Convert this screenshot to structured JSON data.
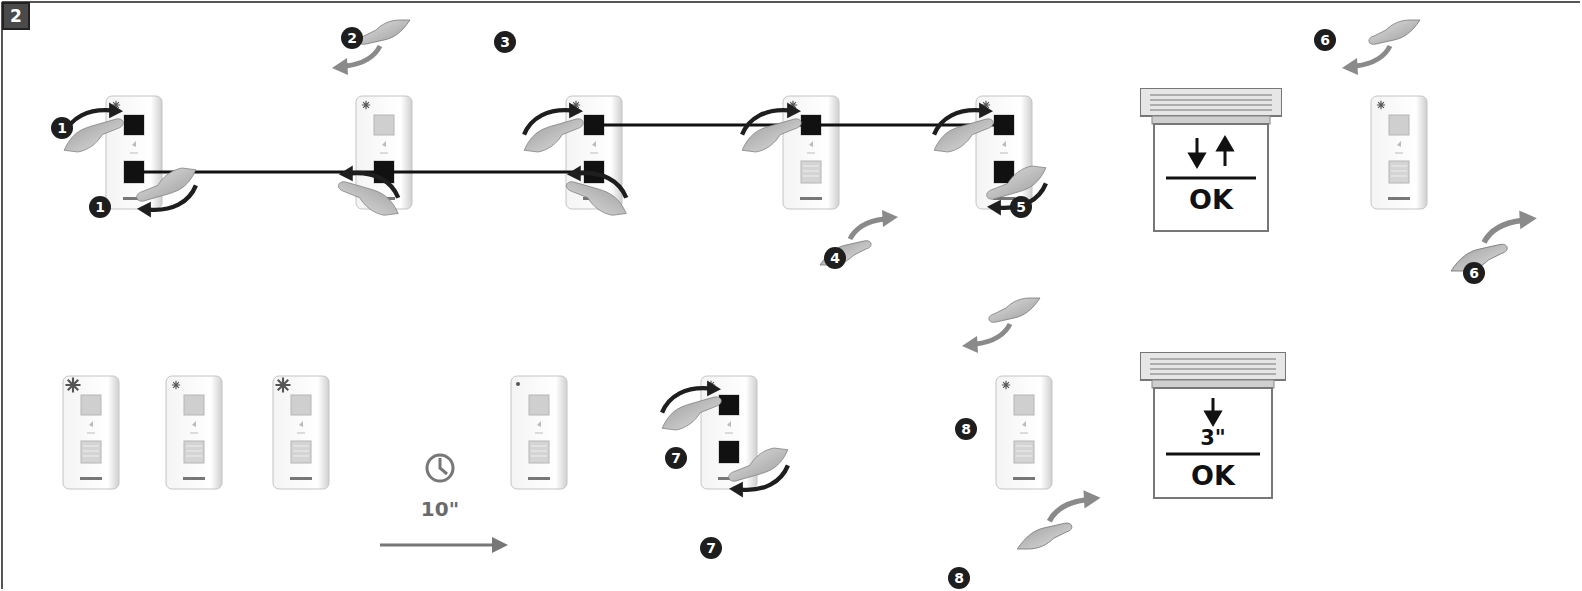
{
  "diagram": {
    "nodes": [
      {
        "text": [
          "2"
        ]
      },
      {
        "text": [
          "OK"
        ]
      },
      {
        "text": [
          "3\"",
          "OK"
        ]
      }
    ],
    "labels": [
      "1",
      "2",
      "3",
      "1",
      "4",
      "5",
      "6",
      "6",
      "10\"",
      "7",
      "7",
      "8",
      "8"
    ]
  }
}
